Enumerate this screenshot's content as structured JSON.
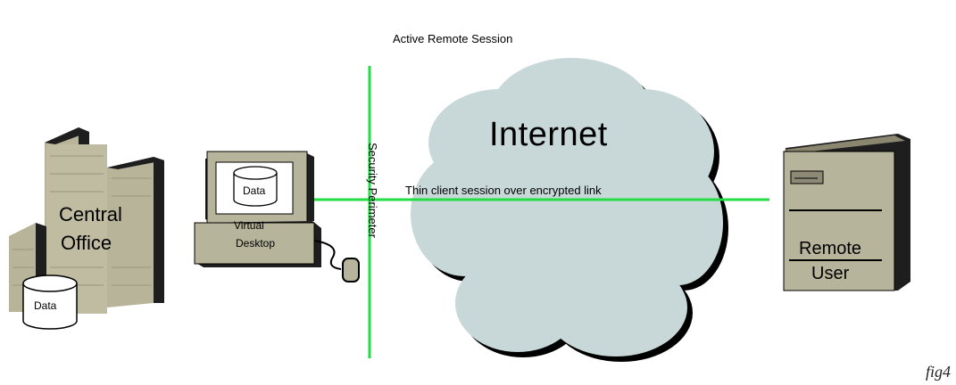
{
  "title": "Active Remote Session",
  "internet_label": "Internet",
  "link_label": "Thin client session over encrypted link",
  "perimeter_label": "Security Perimeter",
  "central_office": {
    "line1": "Central",
    "line2": "Office",
    "db_label": "Data"
  },
  "virtual_desktop": {
    "line1": "Virtual",
    "line2": "Desktop",
    "db_label": "Data"
  },
  "remote_user": {
    "line1": "Remote",
    "line2": "User"
  },
  "figure_label": "fig4",
  "colors": {
    "line": "#22dd44",
    "cloud": "#c8d8d8",
    "building": "#b8b49a",
    "building_dark": "#1e1e1e",
    "computer": "#b6b49a"
  }
}
